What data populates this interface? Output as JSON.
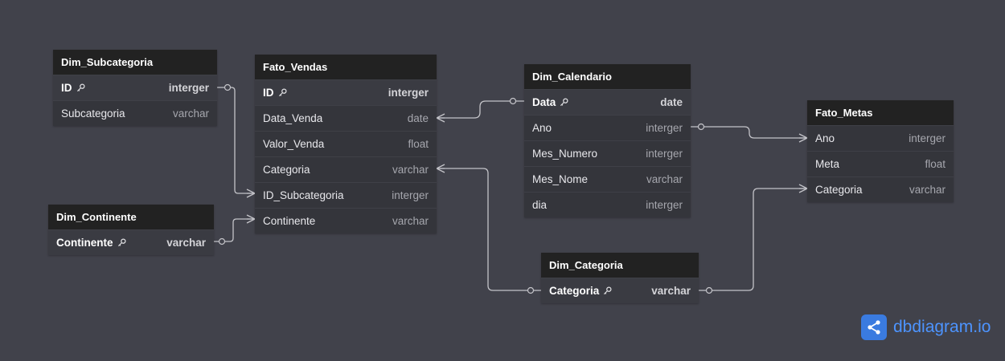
{
  "tables": [
    {
      "name": "Dim_Subcategoria",
      "fields": [
        {
          "name": "ID",
          "type": "interger",
          "pk": true
        },
        {
          "name": "Subcategoria",
          "type": "varchar",
          "pk": false
        }
      ]
    },
    {
      "name": "Fato_Vendas",
      "fields": [
        {
          "name": "ID",
          "type": "interger",
          "pk": true
        },
        {
          "name": "Data_Venda",
          "type": "date",
          "pk": false
        },
        {
          "name": "Valor_Venda",
          "type": "float",
          "pk": false
        },
        {
          "name": "Categoria",
          "type": "varchar",
          "pk": false
        },
        {
          "name": "ID_Subcategoria",
          "type": "interger",
          "pk": false
        },
        {
          "name": "Continente",
          "type": "varchar",
          "pk": false
        }
      ]
    },
    {
      "name": "Dim_Calendario",
      "fields": [
        {
          "name": "Data",
          "type": "date",
          "pk": true
        },
        {
          "name": "Ano",
          "type": "interger",
          "pk": false
        },
        {
          "name": "Mes_Numero",
          "type": "interger",
          "pk": false
        },
        {
          "name": "Mes_Nome",
          "type": "varchar",
          "pk": false
        },
        {
          "name": "dia",
          "type": "interger",
          "pk": false
        }
      ]
    },
    {
      "name": "Fato_Metas",
      "fields": [
        {
          "name": "Ano",
          "type": "interger",
          "pk": false
        },
        {
          "name": "Meta",
          "type": "float",
          "pk": false
        },
        {
          "name": "Categoria",
          "type": "varchar",
          "pk": false
        }
      ]
    },
    {
      "name": "Dim_Continente",
      "fields": [
        {
          "name": "Continente",
          "type": "varchar",
          "pk": true
        }
      ]
    },
    {
      "name": "Dim_Categoria",
      "fields": [
        {
          "name": "Categoria",
          "type": "varchar",
          "pk": true
        }
      ]
    }
  ],
  "relationships": [
    {
      "from": "Dim_Subcategoria.ID",
      "to": "Fato_Vendas.ID_Subcategoria",
      "cardinality": "one-to-many"
    },
    {
      "from": "Dim_Continente.Continente",
      "to": "Fato_Vendas.Continente",
      "cardinality": "one-to-many"
    },
    {
      "from": "Dim_Calendario.Data",
      "to": "Fato_Vendas.Data_Venda",
      "cardinality": "one-to-many"
    },
    {
      "from": "Dim_Categoria.Categoria",
      "to": "Fato_Vendas.Categoria",
      "cardinality": "one-to-many"
    },
    {
      "from": "Dim_Calendario.Ano",
      "to": "Fato_Metas.Ano",
      "cardinality": "one-to-many"
    },
    {
      "from": "Dim_Categoria.Categoria",
      "to": "Fato_Metas.Categoria",
      "cardinality": "one-to-many"
    }
  ],
  "branding": {
    "name": "dbdiagram",
    "suffix": ".io"
  },
  "colors": {
    "background": "#41424b",
    "header": "#222222",
    "body": "#34353b",
    "line": "#c4c4c9",
    "brand": "#4d94ff"
  }
}
